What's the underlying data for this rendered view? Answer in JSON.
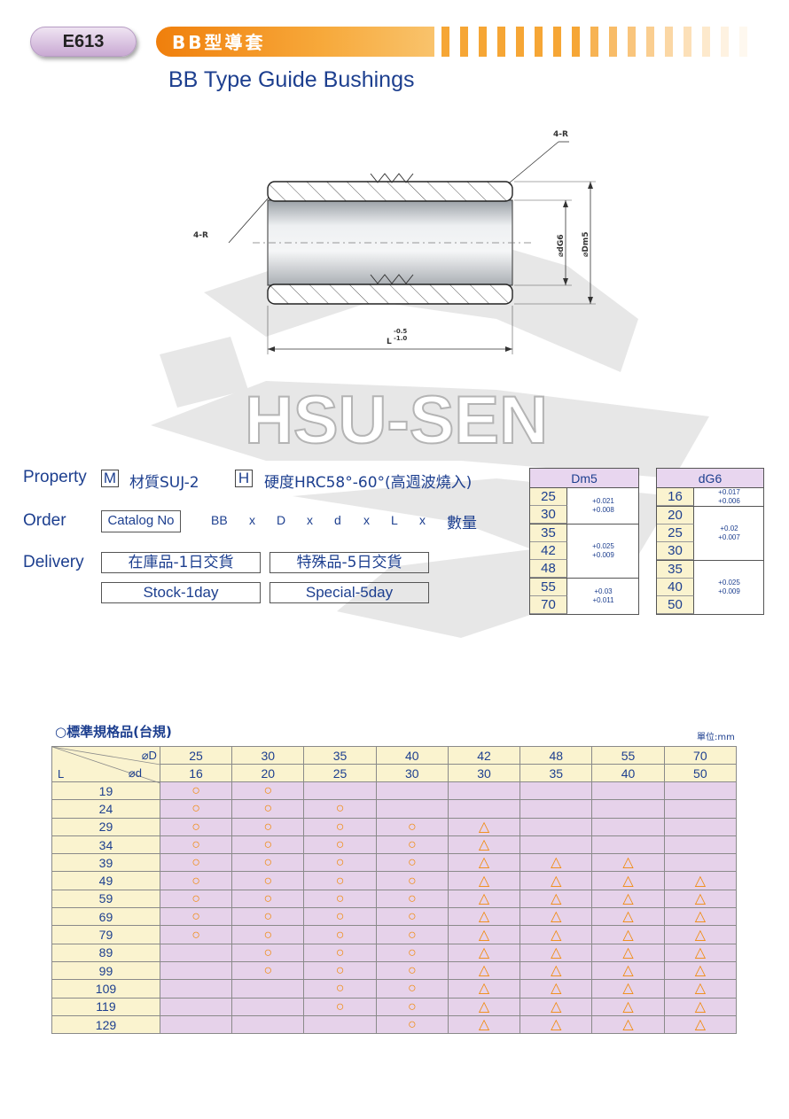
{
  "header": {
    "code": "E613",
    "title_zh": "BB型導套",
    "title_en": "BB Type Guide Bushings"
  },
  "watermark": {
    "text": "HSU-SEN"
  },
  "drawing": {
    "labels": {
      "r_top": "4-R",
      "r_left": "4-R",
      "d_inner": "⌀dG6",
      "d_outer": "⌀Dm5",
      "length": "L",
      "tol_upper": "-0.5",
      "tol_lower": "-1.0"
    }
  },
  "property": {
    "label": "Property",
    "m_tag": "M",
    "material": "材質SUJ-2",
    "h_tag": "H",
    "hardness": "硬度HRC58°-60°(高週波燒入)"
  },
  "order": {
    "label": "Order",
    "catalog": "Catalog No",
    "code": "BB",
    "x": "x",
    "d_upper": "D",
    "d_lower": "d",
    "l": "L",
    "qty": "數量"
  },
  "delivery": {
    "label": "Delivery",
    "stock_zh": "在庫品-1日交貨",
    "special_zh": "特殊品-5日交貨",
    "stock_en": "Stock-1day",
    "special_en": "Special-5day"
  },
  "tolerances": {
    "dm5": {
      "title": "Dm5",
      "groups": [
        {
          "values": [
            "25",
            "30"
          ],
          "upper": "+0.021",
          "lower": "+0.008"
        },
        {
          "values": [
            "35",
            "42",
            "48"
          ],
          "upper": "+0.025",
          "lower": "+0.009"
        },
        {
          "values": [
            "55",
            "70"
          ],
          "upper": "+0.03",
          "lower": "+0.011"
        }
      ]
    },
    "dg6": {
      "title": "dG6",
      "groups": [
        {
          "values": [
            "16"
          ],
          "upper": "+0.017",
          "lower": "+0.006"
        },
        {
          "values": [
            "20",
            "25",
            "30"
          ],
          "upper": "+0.02",
          "lower": "+0.007"
        },
        {
          "values": [
            "35",
            "40",
            "50"
          ],
          "upper": "+0.025",
          "lower": "+0.009"
        }
      ]
    }
  },
  "standard": {
    "title": "○標準規格品(台規)",
    "unit": "單位:mm",
    "corner_d_upper": "⌀D",
    "corner_l": "L",
    "corner_d_lower": "⌀d",
    "D": [
      "25",
      "30",
      "35",
      "40",
      "42",
      "48",
      "55",
      "70"
    ],
    "d": [
      "16",
      "20",
      "25",
      "30",
      "30",
      "35",
      "40",
      "50"
    ],
    "symbols": {
      "o": "○",
      "t": "△"
    },
    "rows": [
      {
        "L": "19",
        "marks": [
          "o",
          "o",
          "",
          "",
          "",
          "",
          "",
          ""
        ]
      },
      {
        "L": "24",
        "marks": [
          "o",
          "o",
          "o",
          "",
          "",
          "",
          "",
          ""
        ]
      },
      {
        "L": "29",
        "marks": [
          "o",
          "o",
          "o",
          "o",
          "t",
          "",
          "",
          ""
        ]
      },
      {
        "L": "34",
        "marks": [
          "o",
          "o",
          "o",
          "o",
          "t",
          "",
          "",
          ""
        ]
      },
      {
        "L": "39",
        "marks": [
          "o",
          "o",
          "o",
          "o",
          "t",
          "t",
          "t",
          ""
        ]
      },
      {
        "L": "49",
        "marks": [
          "o",
          "o",
          "o",
          "o",
          "t",
          "t",
          "t",
          "t"
        ]
      },
      {
        "L": "59",
        "marks": [
          "o",
          "o",
          "o",
          "o",
          "t",
          "t",
          "t",
          "t"
        ]
      },
      {
        "L": "69",
        "marks": [
          "o",
          "o",
          "o",
          "o",
          "t",
          "t",
          "t",
          "t"
        ]
      },
      {
        "L": "79",
        "marks": [
          "o",
          "o",
          "o",
          "o",
          "t",
          "t",
          "t",
          "t"
        ]
      },
      {
        "L": "89",
        "marks": [
          "",
          "o",
          "o",
          "o",
          "t",
          "t",
          "t",
          "t"
        ]
      },
      {
        "L": "99",
        "marks": [
          "",
          "o",
          "o",
          "o",
          "t",
          "t",
          "t",
          "t"
        ]
      },
      {
        "L": "109",
        "marks": [
          "",
          "",
          "o",
          "o",
          "t",
          "t",
          "t",
          "t"
        ]
      },
      {
        "L": "119",
        "marks": [
          "",
          "",
          "o",
          "o",
          "t",
          "t",
          "t",
          "t"
        ]
      },
      {
        "L": "129",
        "marks": [
          "",
          "",
          "",
          "o",
          "t",
          "t",
          "t",
          "t"
        ]
      }
    ]
  },
  "colors": {
    "accent_orange": "#f08a0c",
    "text_blue": "#1d3f8f",
    "cell_purple": "#e6d2ea",
    "cell_yellow": "#faf3cf"
  }
}
